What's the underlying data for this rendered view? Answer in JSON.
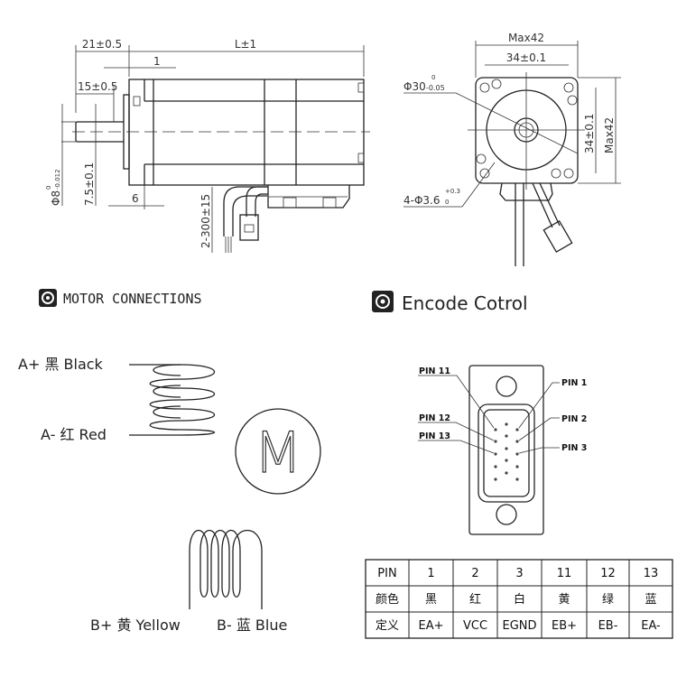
{
  "side_view": {
    "dim_shaft_length": "21±0.5",
    "dim_body_length": "L±1",
    "dim_flange": "1",
    "dim_flat_length": "15±0.5",
    "dim_shaft_dia": "Φ8",
    "dim_shaft_dia_tol_upper": "0",
    "dim_shaft_dia_tol_lower": "-0.012",
    "dim_flat_depth": "7.5±0.1",
    "dim_boss": "6",
    "dim_cable": "2-300±15"
  },
  "front_view": {
    "dim_width_max": "Max42",
    "dim_hole_spacing_h": "34±0.1",
    "dim_hole_spacing_v": "34±0.1",
    "dim_height_max": "Max42",
    "dim_pilot": "Φ30",
    "dim_pilot_tol_upper": "0",
    "dim_pilot_tol_lower": "-0.05",
    "dim_holes": "4-Φ3.6",
    "dim_holes_tol_upper": "+0.3",
    "dim_holes_tol_lower": "0"
  },
  "motor_connections": {
    "heading": "MOTOR CONNECTIONS",
    "a_plus": "A+ 黑 Black",
    "a_minus": "A- 红 Red",
    "b_plus": "B+ 黄 Yellow",
    "b_minus": "B- 蓝 Blue",
    "motor_symbol": "M"
  },
  "encoder": {
    "heading": "Encode Cotrol",
    "pins": {
      "p11": "PIN 11",
      "p12": "PIN 12",
      "p13": "PIN 13",
      "p1": "PIN 1",
      "p2": "PIN 2",
      "p3": "PIN 3"
    },
    "table": {
      "rows": [
        [
          "PIN",
          "1",
          "2",
          "3",
          "11",
          "12",
          "13"
        ],
        [
          "颜色",
          "黑",
          "红",
          "白",
          "黄",
          "绿",
          "蓝"
        ],
        [
          "定义",
          "EA+",
          "VCC",
          "EGND",
          "EB+",
          "EB-",
          "EA-"
        ]
      ]
    }
  }
}
